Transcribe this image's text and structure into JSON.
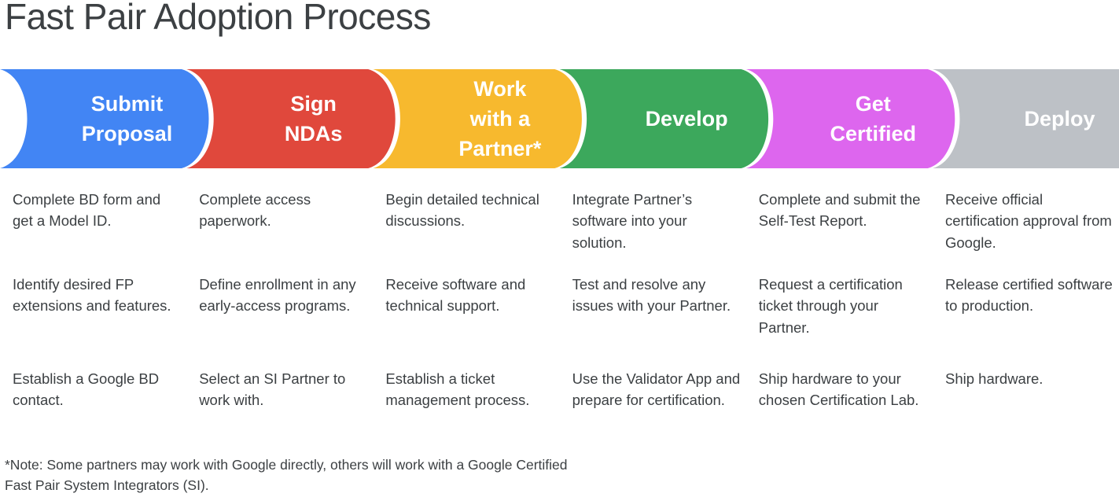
{
  "page": {
    "title": "Fast Pair Adoption Process",
    "background": "#ffffff",
    "text_color": "#3c4043"
  },
  "process": {
    "steps": [
      {
        "label": "Submit\nProposal",
        "color": "#4285F4",
        "label_color": "#ffffff"
      },
      {
        "label": "Sign\nNDAs",
        "color": "#E0483C",
        "label_color": "#ffffff"
      },
      {
        "label": "Work\nwith a\nPartner*",
        "color": "#F7B92E",
        "label_color": "#ffffff"
      },
      {
        "label": "Develop",
        "color": "#3CA85C",
        "label_color": "#ffffff"
      },
      {
        "label": "Get\nCertified",
        "color": "#DD66EE",
        "label_color": "#ffffff"
      },
      {
        "label": "Deploy",
        "color": "#BDC1C6",
        "label_color": "#ffffff"
      }
    ]
  },
  "columns": [
    {
      "step": "Submit Proposal",
      "items": [
        "Complete BD form and get a Model ID.",
        "Identify desired FP extensions and features.",
        "Establish a Google BD contact."
      ]
    },
    {
      "step": "Sign NDAs",
      "items": [
        "Complete access paperwork.",
        "Define enrollment in any early-access programs.",
        "Select an SI Partner to work with."
      ]
    },
    {
      "step": "Work with a Partner*",
      "items": [
        "Begin detailed technical discussions.",
        "Receive software and technical support.",
        "Establish a ticket management process."
      ]
    },
    {
      "step": "Develop",
      "items": [
        "Integrate Partner’s software into your solution.",
        "Test and resolve any issues with your Partner.",
        "Use the Validator App and prepare for certification."
      ]
    },
    {
      "step": "Get Certified",
      "items": [
        "Complete and submit the Self-Test Report.",
        "Request a certification ticket through your Partner.",
        "Ship hardware to your chosen Certification Lab."
      ]
    },
    {
      "step": "Deploy",
      "items": [
        "Receive official certification approval from Google.",
        "Release certified software to production.",
        "Ship hardware."
      ]
    }
  ],
  "footnote": "*Note: Some partners may work with Google directly, others will work with a Google Certified Fast Pair System Integrators (SI)."
}
